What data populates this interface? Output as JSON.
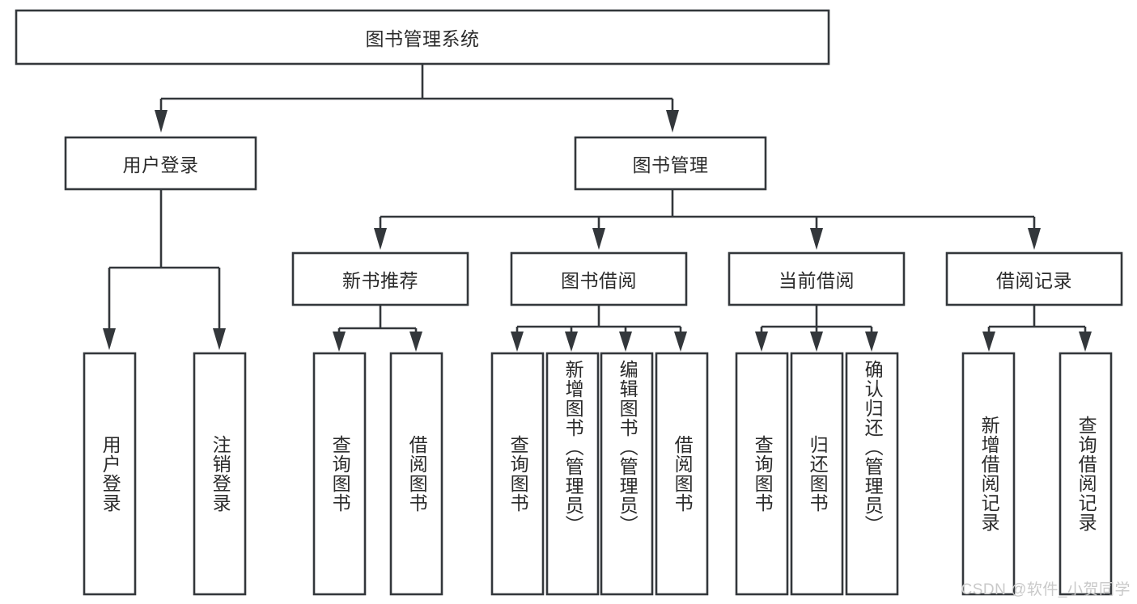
{
  "diagram": {
    "title": "图书管理系统",
    "type": "tree-hierarchy-chart",
    "watermark": "CSDN @软件_小贺同学",
    "colors": {
      "box_stroke": "#33373b",
      "box_fill": "#ffffff",
      "text": "#2b2b2b",
      "watermark": "#c9c9c9",
      "background": "#ffffff"
    },
    "nodes": {
      "root": {
        "label": "图书管理系统",
        "level": 1,
        "orientation": "horizontal"
      },
      "l2_1": {
        "label": "用户登录",
        "level": 2,
        "orientation": "horizontal"
      },
      "l2_2": {
        "label": "图书管理",
        "level": 2,
        "orientation": "horizontal"
      },
      "l3_1": {
        "label": "新书推荐",
        "level": 3,
        "orientation": "horizontal"
      },
      "l3_2": {
        "label": "图书借阅",
        "level": 3,
        "orientation": "horizontal"
      },
      "l3_3": {
        "label": "当前借阅",
        "level": 3,
        "orientation": "horizontal"
      },
      "l3_4": {
        "label": "借阅记录",
        "level": 3,
        "orientation": "horizontal"
      },
      "leaf_1": {
        "label": "用户登录",
        "level": 4,
        "orientation": "vertical",
        "parent": "用户登录"
      },
      "leaf_2": {
        "label": "注销登录",
        "level": 4,
        "orientation": "vertical",
        "parent": "用户登录"
      },
      "leaf_3": {
        "label": "查询图书",
        "level": 4,
        "orientation": "vertical",
        "parent": "新书推荐"
      },
      "leaf_4": {
        "label": "借阅图书",
        "level": 4,
        "orientation": "vertical",
        "parent": "新书推荐"
      },
      "leaf_5": {
        "label": "查询图书",
        "level": 4,
        "orientation": "vertical",
        "parent": "图书借阅"
      },
      "leaf_6": {
        "label": "新增图书（管理员）",
        "level": 4,
        "orientation": "vertical",
        "parent": "图书借阅"
      },
      "leaf_7": {
        "label": "编辑图书（管理员）",
        "level": 4,
        "orientation": "vertical",
        "parent": "图书借阅"
      },
      "leaf_8": {
        "label": "借阅图书",
        "level": 4,
        "orientation": "vertical",
        "parent": "图书借阅"
      },
      "leaf_9": {
        "label": "查询图书",
        "level": 4,
        "orientation": "vertical",
        "parent": "当前借阅"
      },
      "leaf_10": {
        "label": "归还图书",
        "level": 4,
        "orientation": "vertical",
        "parent": "当前借阅"
      },
      "leaf_11": {
        "label": "确认归还（管理员）",
        "level": 4,
        "orientation": "vertical",
        "parent": "当前借阅"
      },
      "leaf_12": {
        "label": "新增借阅记录",
        "level": 4,
        "orientation": "vertical",
        "parent": "借阅记录"
      },
      "leaf_13": {
        "label": "查询借阅记录",
        "level": 4,
        "orientation": "vertical",
        "parent": "借阅记录"
      }
    }
  }
}
